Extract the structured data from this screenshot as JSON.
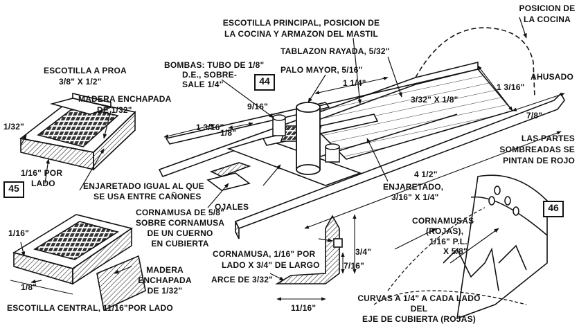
{
  "figure_tags": {
    "fig44": "44",
    "fig45": "45",
    "fig46": "46"
  },
  "labels": {
    "escotilla_proa": "ESCOTILLA A PROA",
    "escotilla_proa_dim": "3/8\" x 1/2\"",
    "madera_enchapada_top": "MADERA ENCHAPADA",
    "madera_enchapada_top_dim": "DE 1/32\"",
    "dim_1_32": "1/32\"",
    "por_lado_1": "1/16\" POR",
    "por_lado_2": "LADO",
    "enjaretado_igual_1": "ENJARETADO IGUAL AL QUE",
    "enjaretado_igual_2": "SE USA ENTRE CAÑONES",
    "dim_1_16_left": "1/16\"",
    "madera_enchapada_bottom_1": "MADERA",
    "madera_enchapada_bottom_2": "ENCHAPADA",
    "madera_enchapada_bottom_3": "DE 1/32\"",
    "dim_1_8_bottom": "1/8\"",
    "escotilla_central": "ESCOTILLA CENTRAL, 11/16\"POR LADO",
    "bombas_1": "BOMBAS: TUBO DE 1/8\"",
    "bombas_2": "D.E., SOBRE-",
    "bombas_3": "SALE 1/4\"",
    "escotilla_principal_1": "ESCOTILLA PRINCIPAL, POSICION DE",
    "escotilla_principal_2": "LA COCINA Y ARMAZON DEL MASTIL",
    "tablazon": "TABLAZON RAYADA, 5/32\"",
    "palo_mayor": "PALO MAYOR, 5/16\"",
    "dim_1_1_4": "1 1/4\"",
    "dim_9_16": "9/16\"",
    "dim_1_3_16_left": "1 3/16\"",
    "dim_1_8_mid": "1/8\"",
    "dim_3_32x1_8": "3/32\" x 1/8\"",
    "posicion_cocina_1": "POSICION DE",
    "posicion_cocina_2": "LA COCINA",
    "dim_1_3_16_right": "1 3/16\"",
    "ahusado": "AHUSADO",
    "dim_7_8": "7/8\"",
    "partes_sombreadas_1": "LAS PARTES",
    "partes_sombreadas_2": "SOMBREADAS SE",
    "partes_sombreadas_3": "PINTAN DE ROJO",
    "dim_4_1_2": "4 1/2\"",
    "ojales": "OJALES",
    "cornamusa_cuerno_1": "CORNAMUSA DE 5/8\"",
    "cornamusa_cuerno_2": "SOBRE CORNAMUSA",
    "cornamusa_cuerno_3": "DE UN CUERNO",
    "cornamusa_cuerno_4": "EN CUBIERTA",
    "enjaretado_dim_1": "ENJARETADO,",
    "enjaretado_dim_2": "3/16\" x 1/4\"",
    "cornamusas_rojas_1": "CORNAMUSAS",
    "cornamusas_rojas_2": "(ROJAS),",
    "cornamusas_rojas_3": "1/16\" P.L.",
    "cornamusas_rojas_4": "x 5/8\"",
    "cornamusa_largo_1": "CORNAMUSA, 1/16\" POR",
    "cornamusa_largo_2": "LADO X 3/4\" DE LARGO",
    "dim_3_4": "3/4\"",
    "dim_7_16": "7/16\"",
    "arce": "ARCE DE 3/32\"",
    "dim_11_16": "11/16\"",
    "curvas_1": "CURVAS A 1/4\" A CADA LADO",
    "curvas_2": "DEL",
    "curvas_3": "EJE DE CUBIERTA (ROJAS)"
  }
}
